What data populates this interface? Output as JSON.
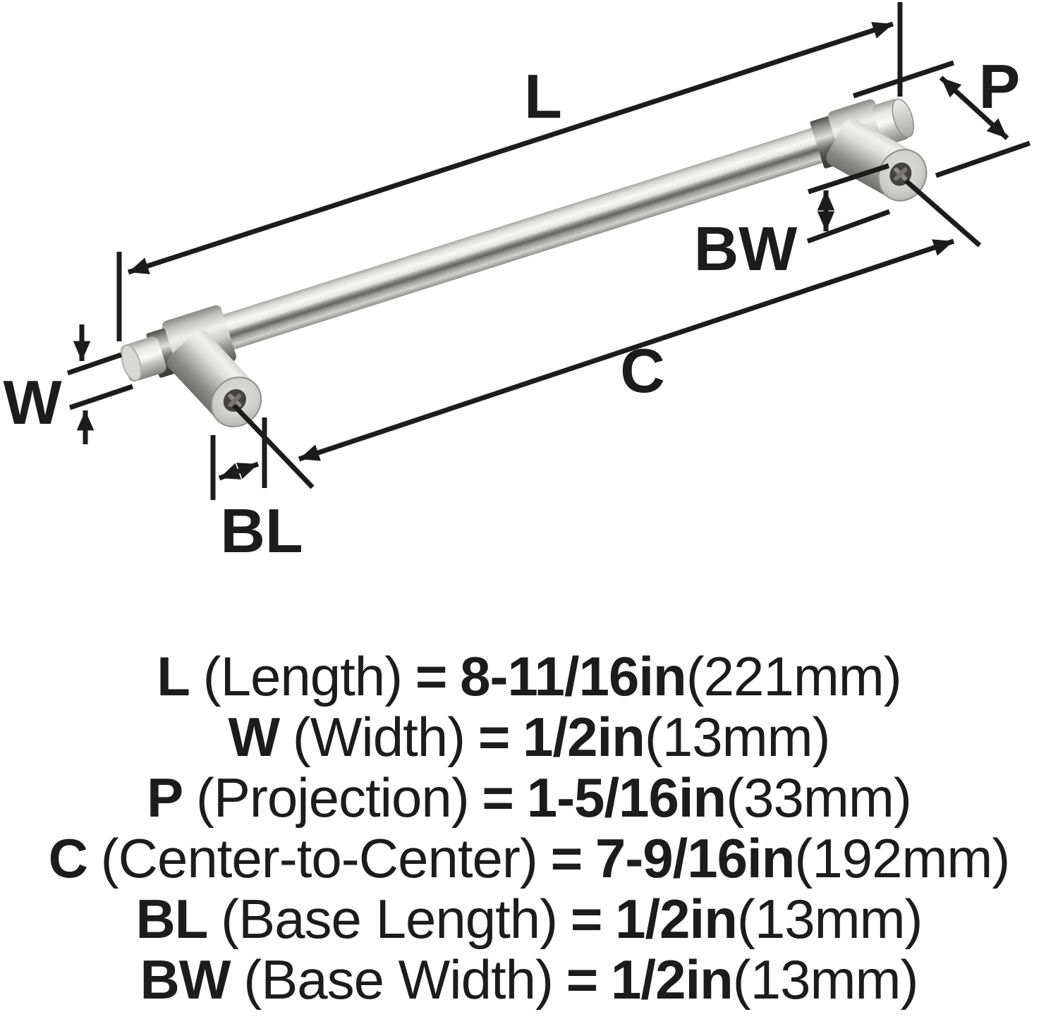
{
  "page": {
    "background": "#ffffff",
    "description": "Dimension diagram of a brushed-nickel bar cabinet pull with callout arrows and a specification list"
  },
  "diagram": {
    "type": "dimension-diagram",
    "labels": {
      "L": "L",
      "W": "W",
      "P": "P",
      "C": "C",
      "BL": "BL",
      "BW": "BW"
    },
    "colors": {
      "line": "#1c1c1c",
      "metal_light": "#f8f8f6",
      "metal_mid": "#c6c6c4",
      "metal_dark": "#646462",
      "screw_recess": "#43433f"
    }
  },
  "specs": {
    "lines": [
      {
        "code": "L",
        "name": "(Length)",
        "equals": "=",
        "imperial": "8-11/16in",
        "metric": "(221mm)"
      },
      {
        "code": "W",
        "name": "(Width)",
        "equals": "=",
        "imperial": "1/2in",
        "metric": "(13mm)"
      },
      {
        "code": "P",
        "name": "(Projection)",
        "equals": "=",
        "imperial": "1-5/16in",
        "metric": "(33mm)"
      },
      {
        "code": "C",
        "name": "(Center-to-Center)",
        "equals": "=",
        "imperial": "7-9/16in",
        "metric": "(192mm)"
      },
      {
        "code": "BL",
        "name": "(Base Length)",
        "equals": "=",
        "imperial": "1/2in",
        "metric": "(13mm)"
      },
      {
        "code": "BW",
        "name": "(Base Width)",
        "equals": "=",
        "imperial": "1/2in",
        "metric": "(13mm)"
      }
    ]
  }
}
